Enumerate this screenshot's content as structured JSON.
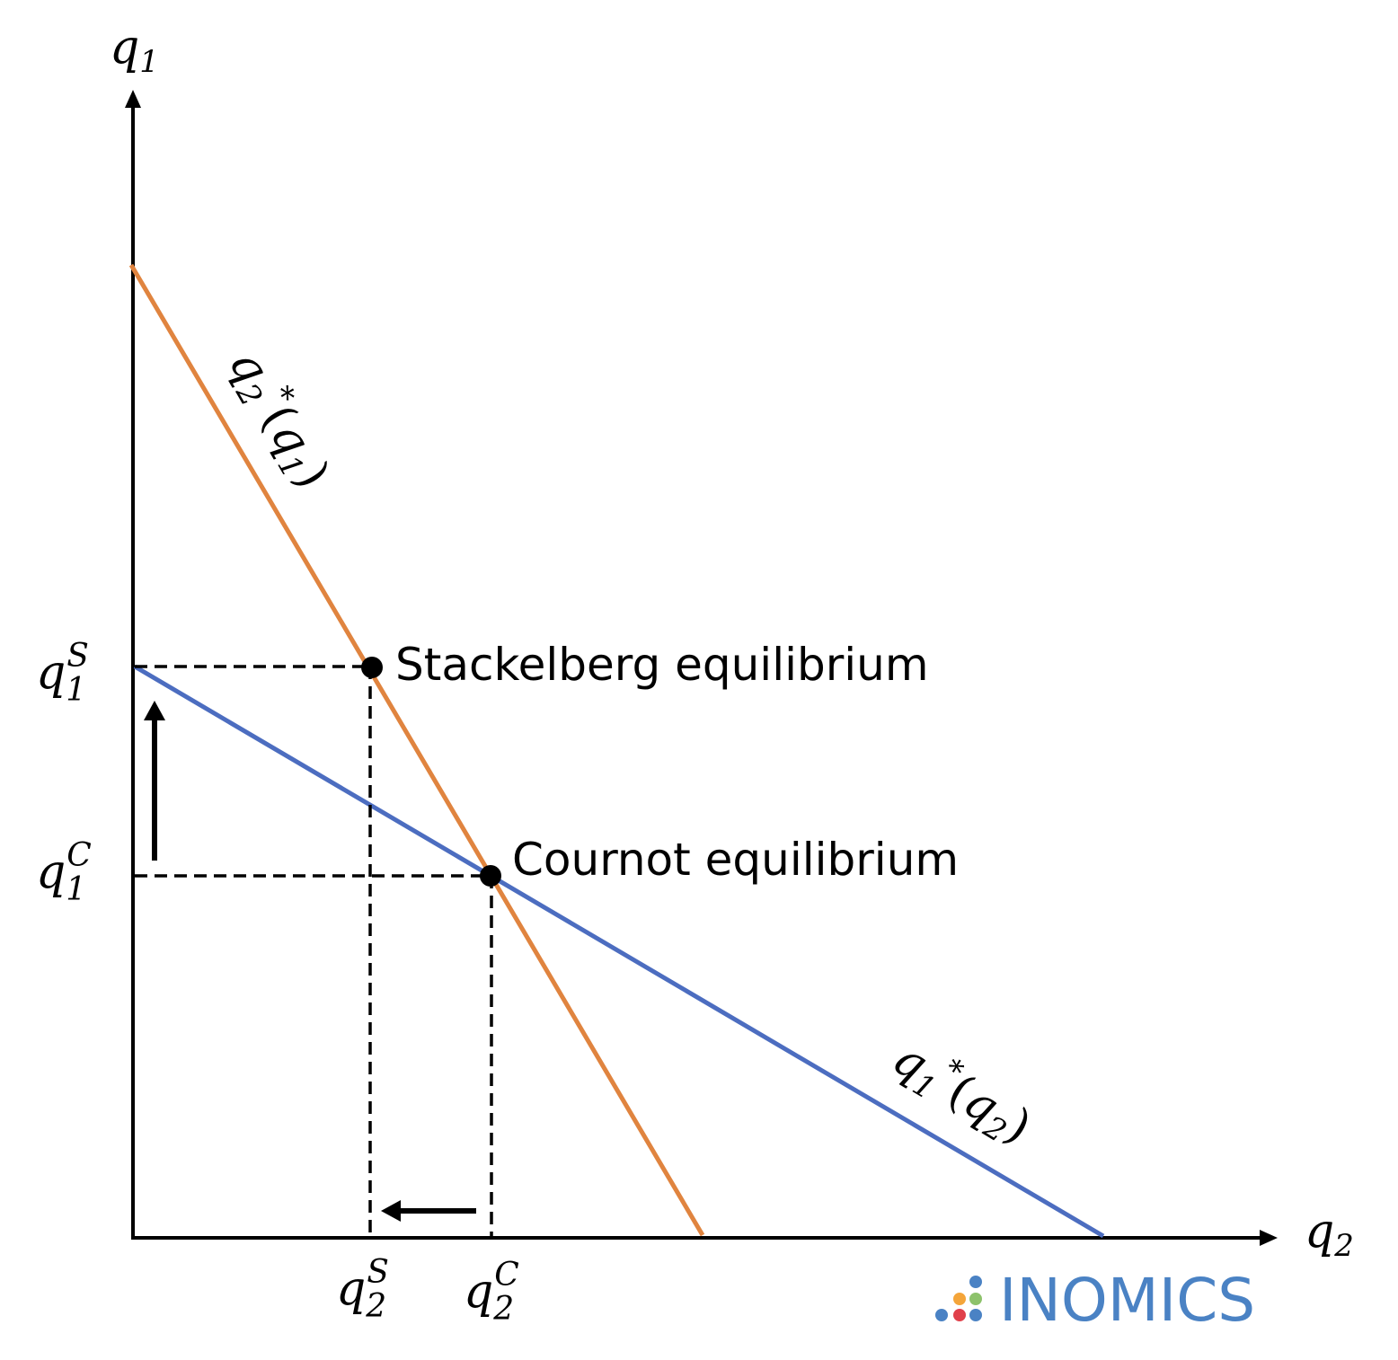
{
  "colors": {
    "axis": "#000000",
    "reaction_firm2": "#E0843F",
    "reaction_firm1": "#4C6DC0",
    "brand_text": "#4A82C4",
    "brand_dots": [
      "#F4A53A",
      "#8DC26B",
      "#4A82C4",
      "#E0404A"
    ]
  },
  "axes": {
    "y_label": {
      "base": "q",
      "sub": "1"
    },
    "x_label": {
      "base": "q",
      "sub": "2"
    }
  },
  "curves": {
    "firm2_reaction_label": {
      "base": "q",
      "sub": "2",
      "sup": "*",
      "arg_base": "q",
      "arg_sub": "1"
    },
    "firm1_reaction_label": {
      "base": "q",
      "sub": "1",
      "sup": "*",
      "arg_base": "q",
      "arg_sub": "2"
    }
  },
  "points": {
    "stackelberg": {
      "label": "Stackelberg equilibrium"
    },
    "cournot": {
      "label": "Cournot equilibrium"
    }
  },
  "ticks": {
    "q1S": {
      "base": "q",
      "sub": "1",
      "sup": "S"
    },
    "q1C": {
      "base": "q",
      "sub": "1",
      "sup": "C"
    },
    "q2S": {
      "base": "q",
      "sub": "2",
      "sup": "S"
    },
    "q2C": {
      "base": "q",
      "sub": "2",
      "sup": "C"
    }
  },
  "brand": {
    "name": "INOMICS"
  }
}
